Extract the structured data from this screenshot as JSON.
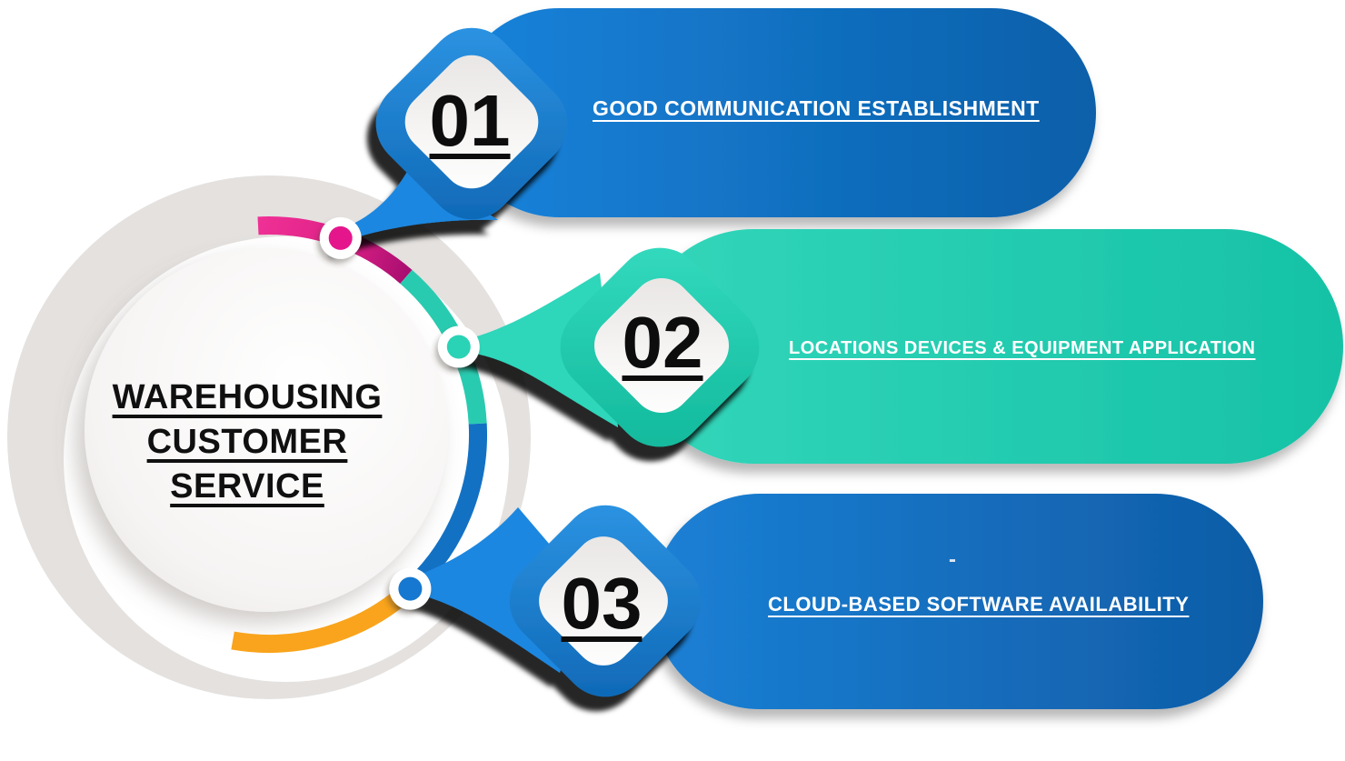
{
  "title": {
    "line1": "WAREHOUSING",
    "line2": "CUSTOMER",
    "line3": "SERVICE"
  },
  "steps": [
    {
      "number": "01",
      "label": "GOOD COMMUNICATION ESTABLISHMENT",
      "banner_start": "#1583db",
      "banner_end": "#0e5fa9",
      "badge_start": "#2e96e5",
      "badge_end": "#0d66b4",
      "tail_color": "#1b87e0",
      "node_color": "#e5158c",
      "arc_color": "#ef3095",
      "arc_color_dark": "#a90e70"
    },
    {
      "number": "02",
      "label": "LOCATIONS DEVICES & EQUIPMENT APPLICATION",
      "banner_start": "#33d6ba",
      "banner_end": "#16c2a6",
      "badge_start": "#36dcc0",
      "badge_end": "#10b79a",
      "tail_color": "#2fd6ba",
      "node_color": "#2cd3b5",
      "arc_color": "#29cbb0"
    },
    {
      "number": "03",
      "label": "CLOUD-BASED SOFTWARE AVAILABILITY",
      "stray_dash": "-",
      "banner_start": "#1b80d5",
      "banner_end": "#0f5ca6",
      "badge_start": "#2e96e5",
      "badge_end": "#0d66b4",
      "tail_color": "#1b87e0",
      "node_color": "#1478d0",
      "arc_color": "#1371c4"
    }
  ],
  "colors": {
    "orange_arc": "#f9a41c",
    "circle_outer": "#e4e1df",
    "circle_highlight": "#ffffff",
    "inner_center": "#ffffff",
    "inner_edge": "#e9e6e4",
    "text_dark": "#101010",
    "text_light": "#ffffff"
  }
}
